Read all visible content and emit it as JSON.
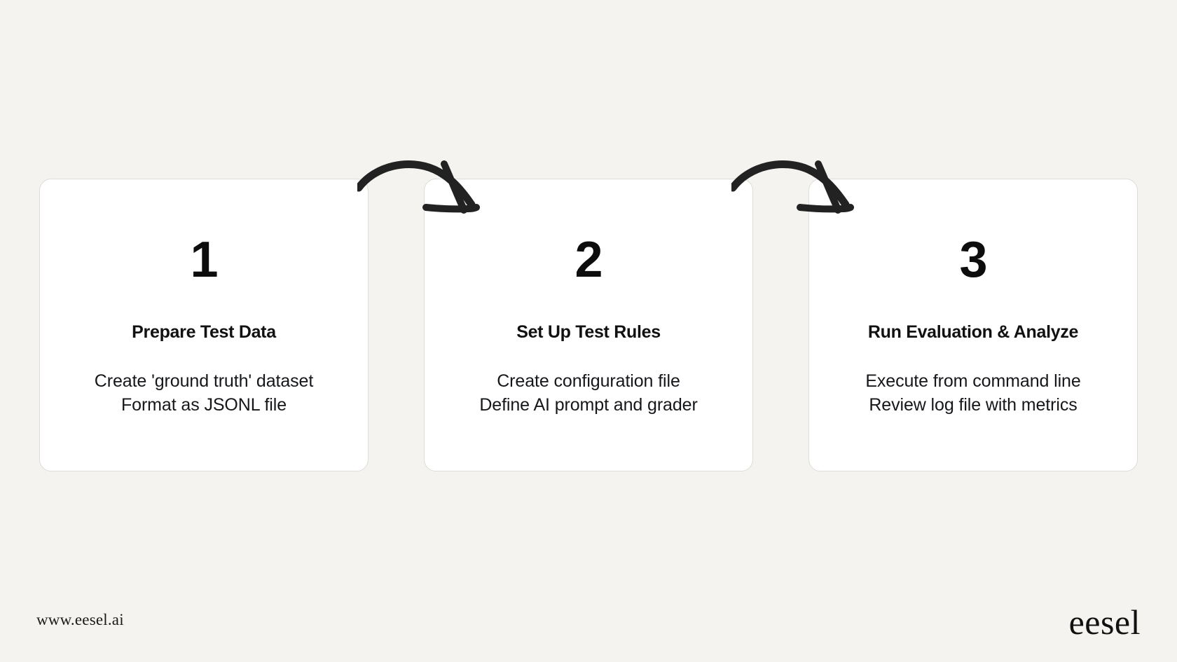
{
  "page": {
    "background_color": "#f4f3f0",
    "card_background": "#ffffff",
    "card_border_color": "#dedcd8",
    "text_color": "#111111",
    "arrow_color": "#222222"
  },
  "steps": [
    {
      "number": "1",
      "title": "Prepare Test Data",
      "desc_line_1": "Create 'ground truth' dataset",
      "desc_line_2": "Format as JSONL file"
    },
    {
      "number": "2",
      "title": "Set Up Test Rules",
      "desc_line_1": "Create configuration file",
      "desc_line_2": "Define AI prompt and grader"
    },
    {
      "number": "3",
      "title": "Run Evaluation & Analyze",
      "desc_line_1": "Execute from command line",
      "desc_line_2": "Review log file with metrics"
    }
  ],
  "connectors": [
    {
      "name": "arrow-step1-to-step2",
      "icon": "curved-arrow-icon"
    },
    {
      "name": "arrow-step2-to-step3",
      "icon": "curved-arrow-icon"
    }
  ],
  "footer": {
    "url": "www.eesel.ai",
    "logo": "eesel"
  }
}
